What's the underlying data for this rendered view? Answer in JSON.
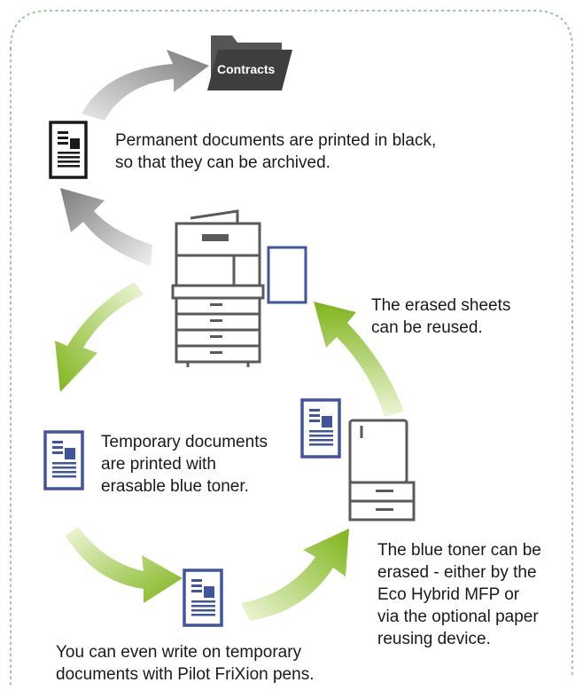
{
  "folder": {
    "label": "Contracts"
  },
  "captions": {
    "permanent": "Permanent documents are printed in black,\nso that they can be archived.",
    "reused": "The erased sheets\ncan be reused.",
    "temporary": "Temporary documents\nare printed with\nerasable blue toner.",
    "erased": "The blue toner can be\nerased - either by the\nEco Hybrid MFP or\nvia the optional paper\nreusing device.",
    "write": "You can even write on temporary\ndocuments with Pilot FriXion pens."
  },
  "colors": {
    "frame_dots": "#9cc2a4",
    "gray_arrow": "#8a8a8a",
    "green_arrow": "#8cbe22",
    "doc_black": "#1a1a1a",
    "doc_blue": "#3f569e",
    "device_gray": "#5a5a5a"
  },
  "icons": [
    "folder-icon",
    "black-document-icon",
    "mfp-printer-icon",
    "blank-sheet-icon",
    "blue-document-icon",
    "paper-reusing-device-icon"
  ]
}
